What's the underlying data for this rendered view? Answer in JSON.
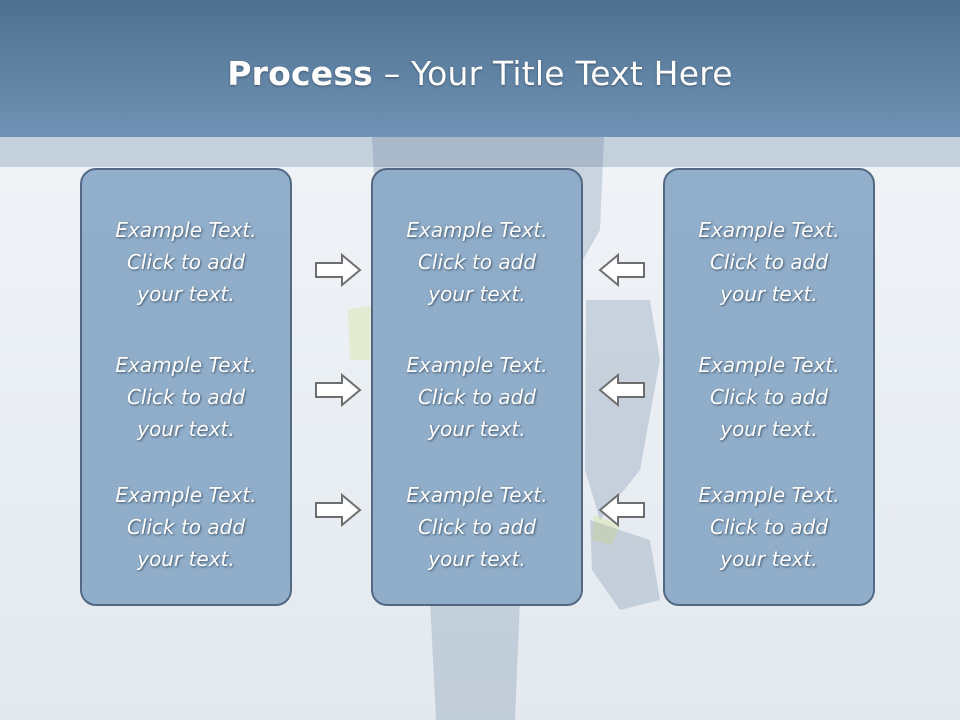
{
  "title": {
    "bold": "Process",
    "rest": " – Your Title Text Here"
  },
  "panels": [
    {
      "blocks": [
        [
          "Example Text.",
          "Click  to add",
          "your text."
        ],
        [
          "Example Text.",
          "Click  to add",
          "your text."
        ],
        [
          "Example Text.",
          "Click  to add",
          "your text."
        ]
      ]
    },
    {
      "blocks": [
        [
          "Example Text.",
          "Click  to add",
          "your text."
        ],
        [
          "Example Text.",
          "Click  to add",
          "your text."
        ],
        [
          "Example Text.",
          "Click  to add",
          "your text."
        ]
      ]
    },
    {
      "blocks": [
        [
          "Example Text.",
          "Click  to add",
          "your text."
        ],
        [
          "Example Text.",
          "Click  to add",
          "your text."
        ],
        [
          "Example Text.",
          "Click  to add",
          "your text."
        ]
      ]
    }
  ],
  "arrows": {
    "left_to_center": [
      "arrow-right-icon",
      "arrow-right-icon",
      "arrow-right-icon"
    ],
    "right_to_center": [
      "arrow-left-icon",
      "arrow-left-icon",
      "arrow-left-icon"
    ]
  },
  "colors": {
    "header_top": "#4f6f8f",
    "header_bottom": "#6f93b5",
    "panel_fill": "#8eacc9",
    "panel_border": "#4f6580"
  }
}
